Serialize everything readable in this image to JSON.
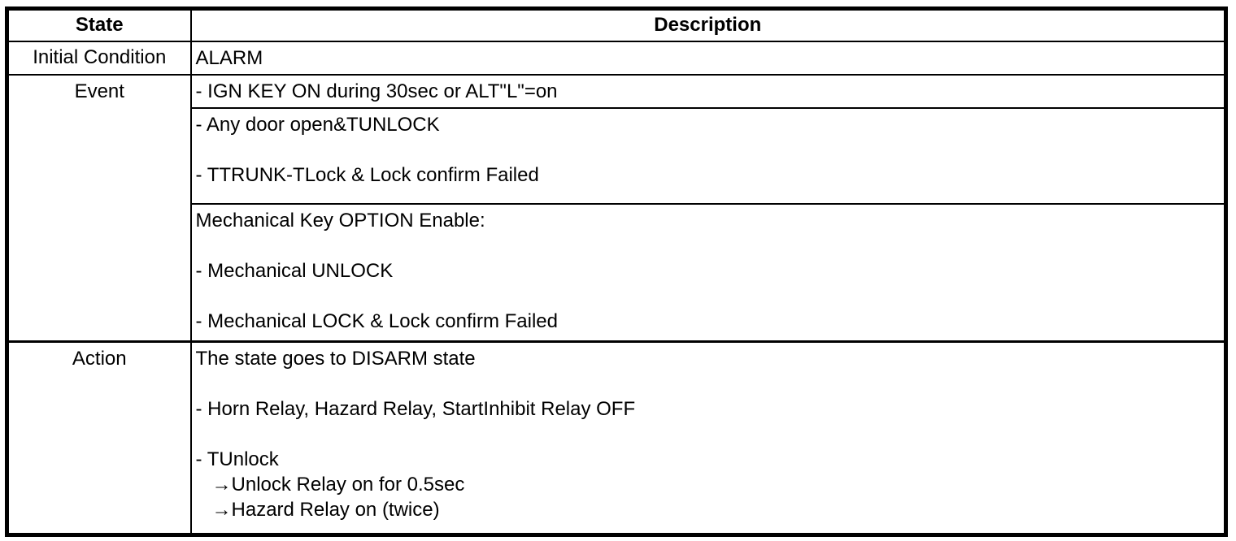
{
  "page": {
    "background_color": "#ffffff",
    "border_color": "#000000"
  },
  "table": {
    "columns": {
      "state": "State",
      "description": "Description"
    },
    "rows": [
      {
        "label": "Initial Condition",
        "cells": [
          {
            "lines": [
              "ALARM"
            ]
          }
        ]
      },
      {
        "label": "Event",
        "cells": [
          {
            "lines": [
              "- IGN KEY ON during 30sec or ALT\"L\"=on"
            ]
          },
          {
            "lines": [
              "- Any door open&TUNLOCK",
              "",
              "- TTRUNK-TLock & Lock confirm Failed"
            ]
          },
          {
            "lines": [
              "Mechanical Key OPTION Enable:",
              "",
              "- Mechanical UNLOCK",
              "",
              "- Mechanical LOCK & Lock confirm Failed"
            ]
          }
        ]
      },
      {
        "label": "Action",
        "cells": [
          {
            "lines": [
              "The state goes to DISARM state",
              "",
              "- Horn Relay, Hazard Relay, StartInhibit Relay OFF",
              "",
              "- TUnlock",
              "   →Unlock Relay on for 0.5sec",
              "   →Hazard Relay on (twice)"
            ]
          }
        ]
      }
    ]
  }
}
